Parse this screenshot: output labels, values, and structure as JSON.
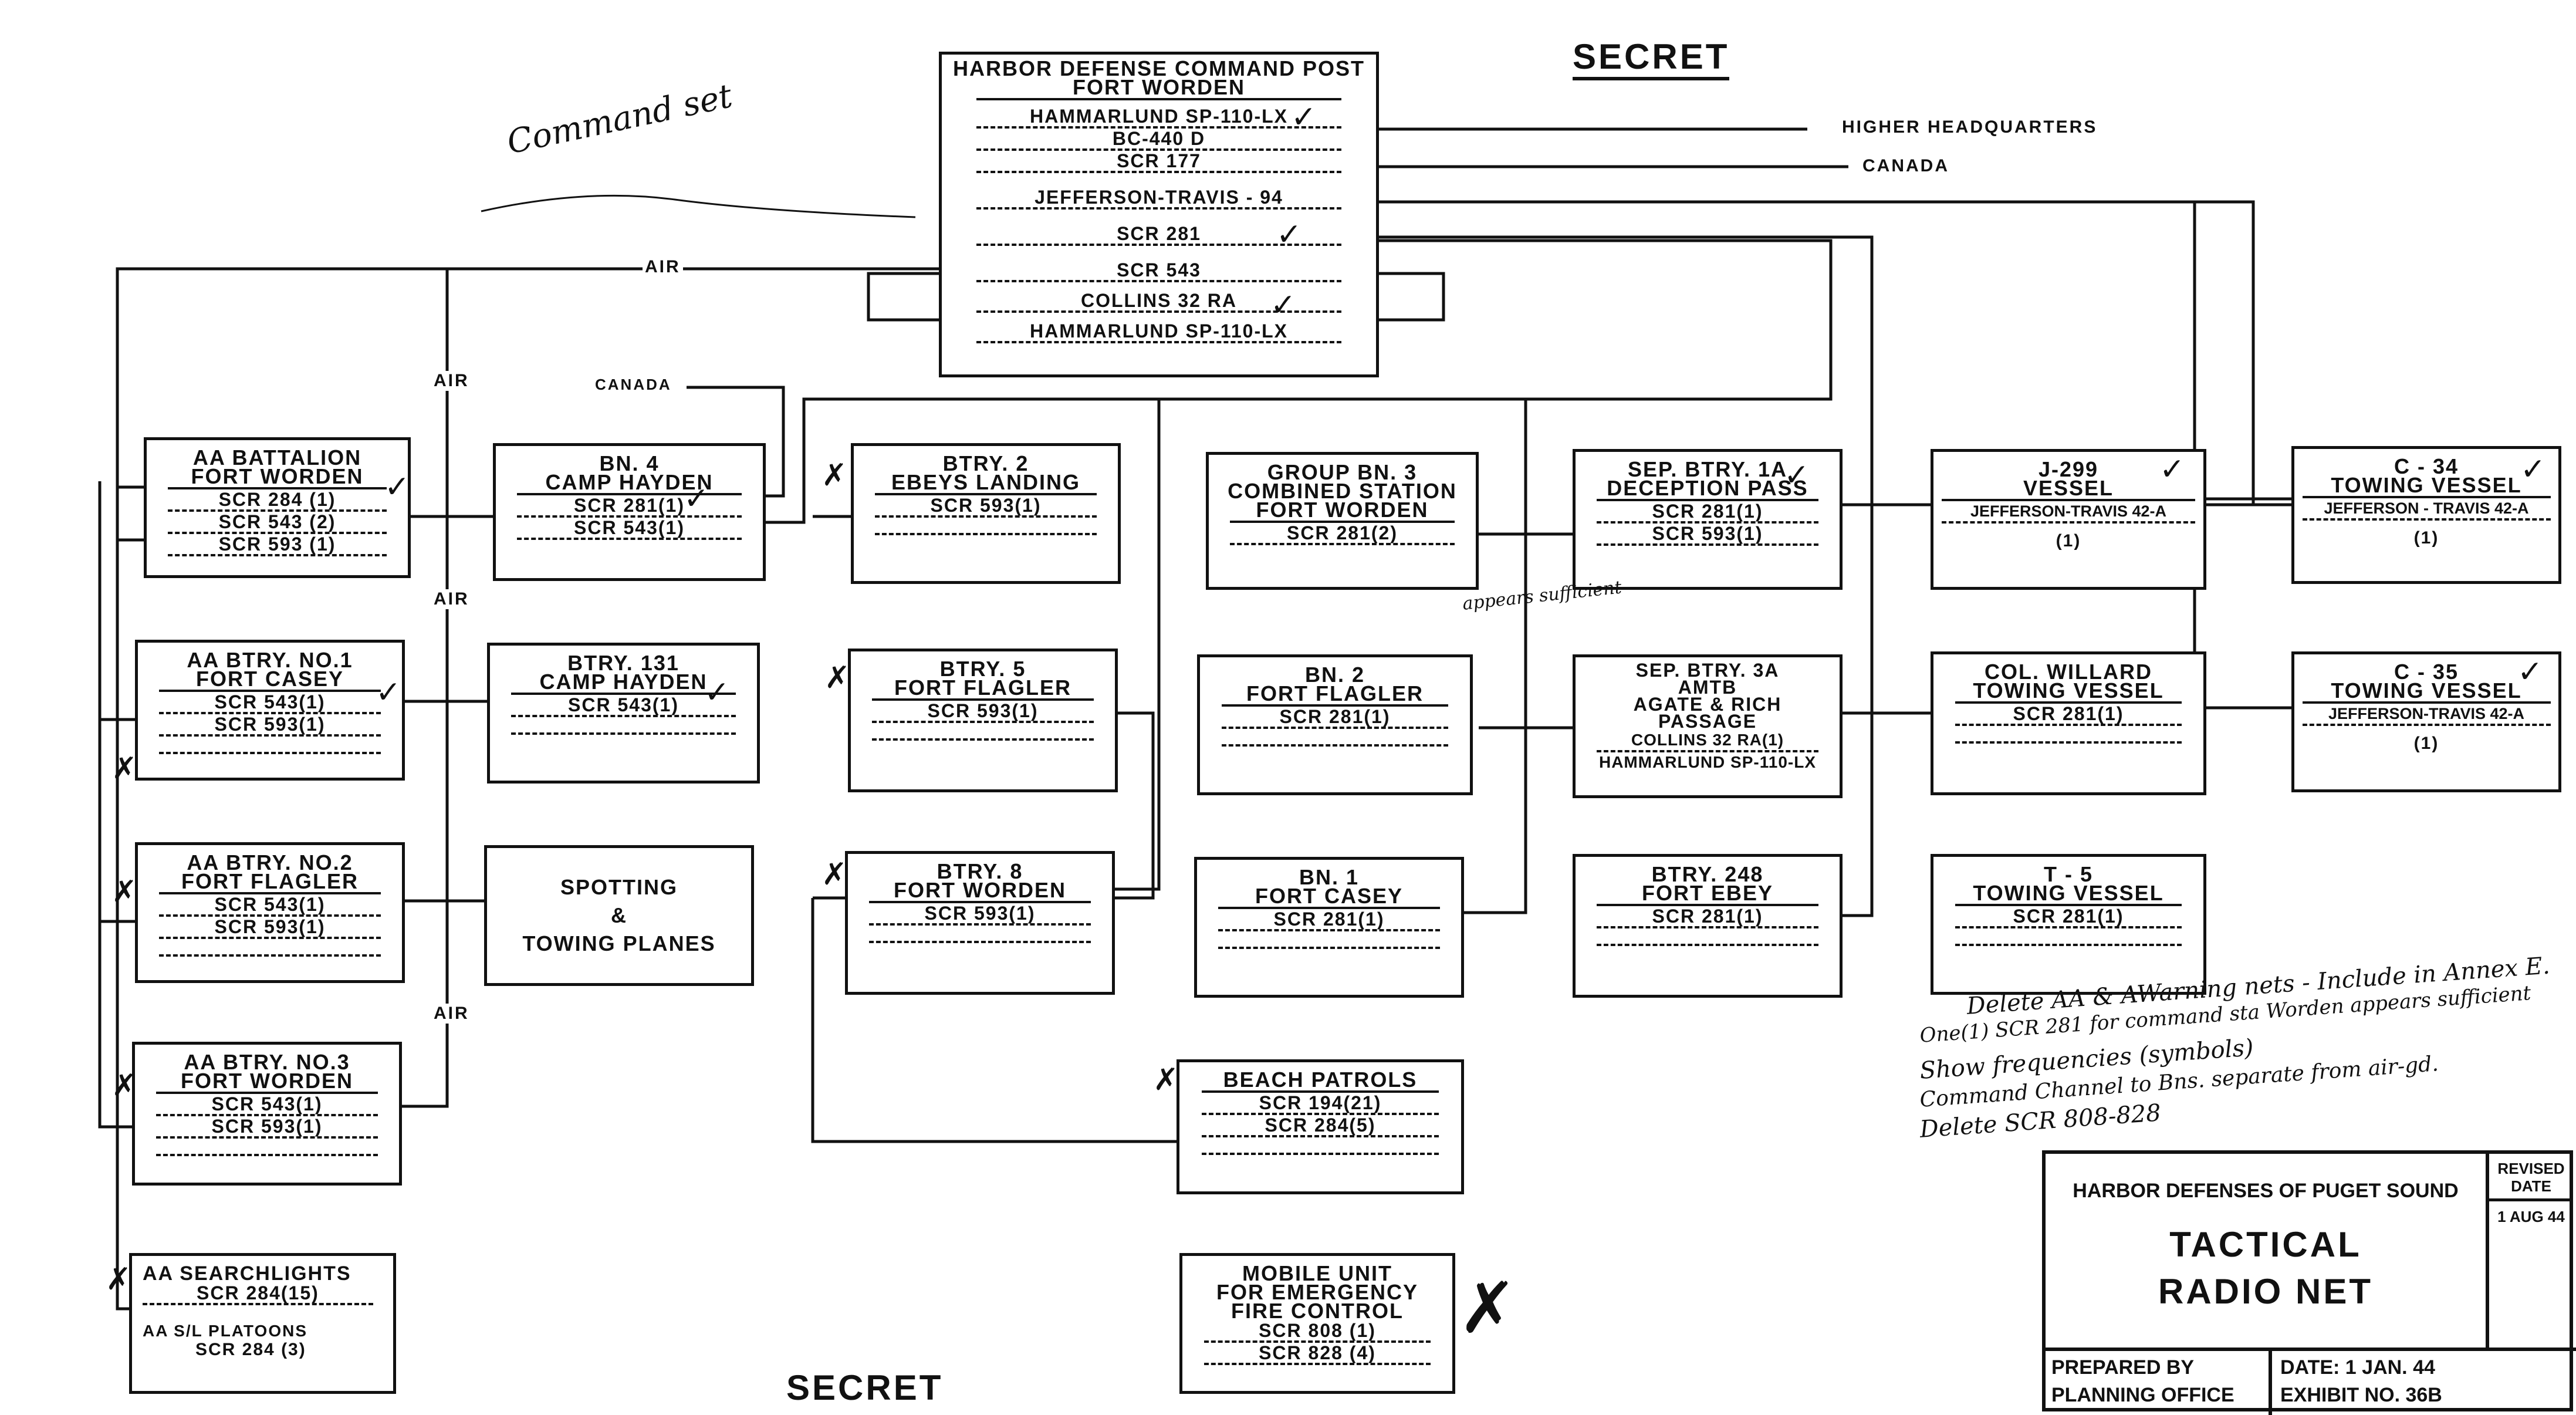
{
  "secret_top": "SECRET",
  "secret_bottom": "SECRET",
  "command_post": {
    "title": [
      "HARBOR DEFENSE COMMAND POST",
      "FORT WORDEN"
    ],
    "items": [
      "HAMMARLUND SP-110-LX",
      "BC-440 D",
      "SCR 177",
      "JEFFERSON-TRAVIS - 94",
      "SCR 281",
      "SCR 543",
      "COLLINS 32 RA",
      "HAMMARLUND SP-110-LX"
    ]
  },
  "externals": {
    "higher_hq": "HIGHER HEADQUARTERS",
    "canada": "CANADA"
  },
  "line_labels": {
    "air": "AIR",
    "canada": "CANADA"
  },
  "boxes": {
    "aa_battalion": {
      "title": [
        "AA BATTALION",
        "FORT WORDEN"
      ],
      "items": [
        "SCR 284 (1)",
        "SCR 543 (2)",
        "SCR 593 (1)"
      ]
    },
    "aa_btry1": {
      "title": [
        "AA BTRY. NO.1",
        "FORT CASEY"
      ],
      "items": [
        "SCR 543(1)",
        "SCR 593(1)"
      ]
    },
    "aa_btry2": {
      "title": [
        "AA BTRY. NO.2",
        "FORT FLAGLER"
      ],
      "items": [
        "SCR 543(1)",
        "SCR 593(1)"
      ]
    },
    "aa_btry3": {
      "title": [
        "AA BTRY. NO.3",
        "FORT WORDEN"
      ],
      "items": [
        "SCR 543(1)",
        "SCR 593(1)"
      ]
    },
    "aa_searchlights": {
      "title": [
        "AA SEARCHLIGHTS"
      ],
      "items": [
        "SCR 284(15)"
      ],
      "sub": [
        "AA S/L PLATOONS",
        "SCR 284 (3)"
      ]
    },
    "bn4": {
      "title": [
        "BN. 4",
        "CAMP HAYDEN"
      ],
      "items": [
        "SCR 281(1)",
        "SCR 543(1)"
      ]
    },
    "btry131": {
      "title": [
        "BTRY. 131",
        "CAMP HAYDEN"
      ],
      "items": [
        "SCR 543(1)"
      ]
    },
    "spotting": {
      "title": [
        "SPOTTING",
        "&",
        "TOWING PLANES"
      ],
      "items": []
    },
    "btry2": {
      "title": [
        "BTRY. 2",
        "EBEYS LANDING"
      ],
      "items": [
        "SCR 593(1)"
      ]
    },
    "btry5": {
      "title": [
        "BTRY. 5",
        "FORT FLAGLER"
      ],
      "items": [
        "SCR 593(1)"
      ]
    },
    "btry8": {
      "title": [
        "BTRY. 8",
        "FORT WORDEN"
      ],
      "items": [
        "SCR 593(1)"
      ]
    },
    "group_bn3": {
      "title": [
        "GROUP BN. 3",
        "COMBINED STATION",
        "FORT WORDEN"
      ],
      "items": [
        "SCR 281(2)"
      ]
    },
    "bn2": {
      "title": [
        "BN. 2",
        "FORT FLAGLER"
      ],
      "items": [
        "SCR 281(1)"
      ]
    },
    "bn1": {
      "title": [
        "BN. 1",
        "FORT CASEY"
      ],
      "items": [
        "SCR 281(1)"
      ]
    },
    "beach_patrols": {
      "title": [
        "BEACH PATROLS"
      ],
      "items": [
        "SCR 194(21)",
        "SCR 284(5)"
      ]
    },
    "mobile_unit": {
      "title": [
        "MOBILE UNIT",
        "FOR EMERGENCY",
        "FIRE CONTROL"
      ],
      "items": [
        "SCR 808 (1)",
        "SCR 828 (4)"
      ]
    },
    "sep_btry1a": {
      "title": [
        "SEP. BTRY. 1A",
        "DECEPTION PASS"
      ],
      "items": [
        "SCR 281(1)",
        "SCR 593(1)"
      ]
    },
    "sep_btry3a": {
      "title": [
        "SEP. BTRY. 3A",
        "AMTB",
        "AGATE & RICH",
        "PASSAGE"
      ],
      "items": [
        "COLLINS 32 RA(1)",
        "HAMMARLUND SP-110-LX"
      ]
    },
    "btry248": {
      "title": [
        "BTRY. 248",
        "FORT EBEY"
      ],
      "items": [
        "SCR 281(1)"
      ]
    },
    "j299": {
      "title": [
        "J-299",
        "VESSEL"
      ],
      "items": [
        "JEFFERSON-TRAVIS 42-A",
        "(1)"
      ]
    },
    "col_willard": {
      "title": [
        "COL. WILLARD",
        "TOWING VESSEL"
      ],
      "items": [
        "SCR 281(1)"
      ]
    },
    "t5": {
      "title": [
        "T - 5",
        "TOWING VESSEL"
      ],
      "items": [
        "SCR 281(1)"
      ]
    },
    "c34": {
      "title": [
        "C - 34",
        "TOWING VESSEL"
      ],
      "items": [
        "JEFFERSON - TRAVIS 42-A",
        "(1)"
      ]
    },
    "c35": {
      "title": [
        "C - 35",
        "TOWING VESSEL"
      ],
      "items": [
        "JEFFERSON-TRAVIS 42-A",
        "(1)"
      ]
    }
  },
  "handwriting": {
    "command_set": "Command set",
    "appears_sufficient": "appears sufficient",
    "notes": [
      "Delete AA & AWarning nets - Include in Annex E.",
      "One(1) SCR 281 for command sta Worden appears sufficient",
      "Show frequencies (symbols)",
      "Command Channel to Bns. separate from air-gd.",
      "Delete SCR 808-828"
    ]
  },
  "title_block": {
    "org": "HARBOR DEFENSES OF PUGET SOUND",
    "title_line1": "TACTICAL",
    "title_line2": "RADIO NET",
    "revised_label": "REVISED DATE",
    "revised_date": "1 AUG 44",
    "prepared": "PREPARED BY",
    "office": "PLANNING OFFICE",
    "date": "DATE: 1 JAN. 44",
    "exhibit": "EXHIBIT NO. 36B"
  }
}
